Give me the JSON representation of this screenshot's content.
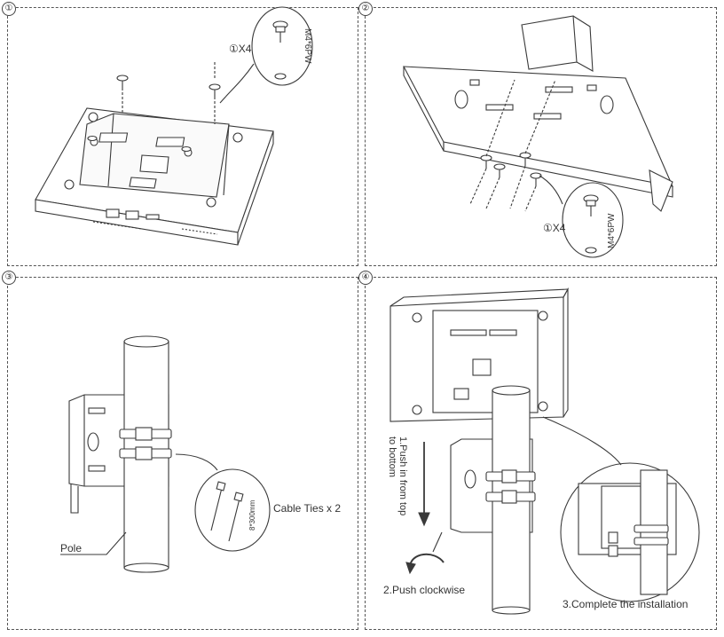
{
  "steps": {
    "step1": {
      "number": "①",
      "screw_qty": "①X4",
      "screw_spec": "M4*6PW"
    },
    "step2": {
      "number": "②",
      "screw_qty": "①X4",
      "screw_spec": "M4*6PW"
    },
    "step3": {
      "number": "③",
      "cable_ties_label": "Cable Ties x 2",
      "cable_tie_size": "8*300mm",
      "pole_label": "Pole"
    },
    "step4": {
      "number": "④",
      "push_label": "1.Push in from top to bottom",
      "clockwise_label": "2.Push clockwise",
      "complete_label": "3.Complete the installation"
    }
  },
  "colors": {
    "line": "#3a3a3a",
    "border": "#555555",
    "fill": "#ffffff"
  }
}
